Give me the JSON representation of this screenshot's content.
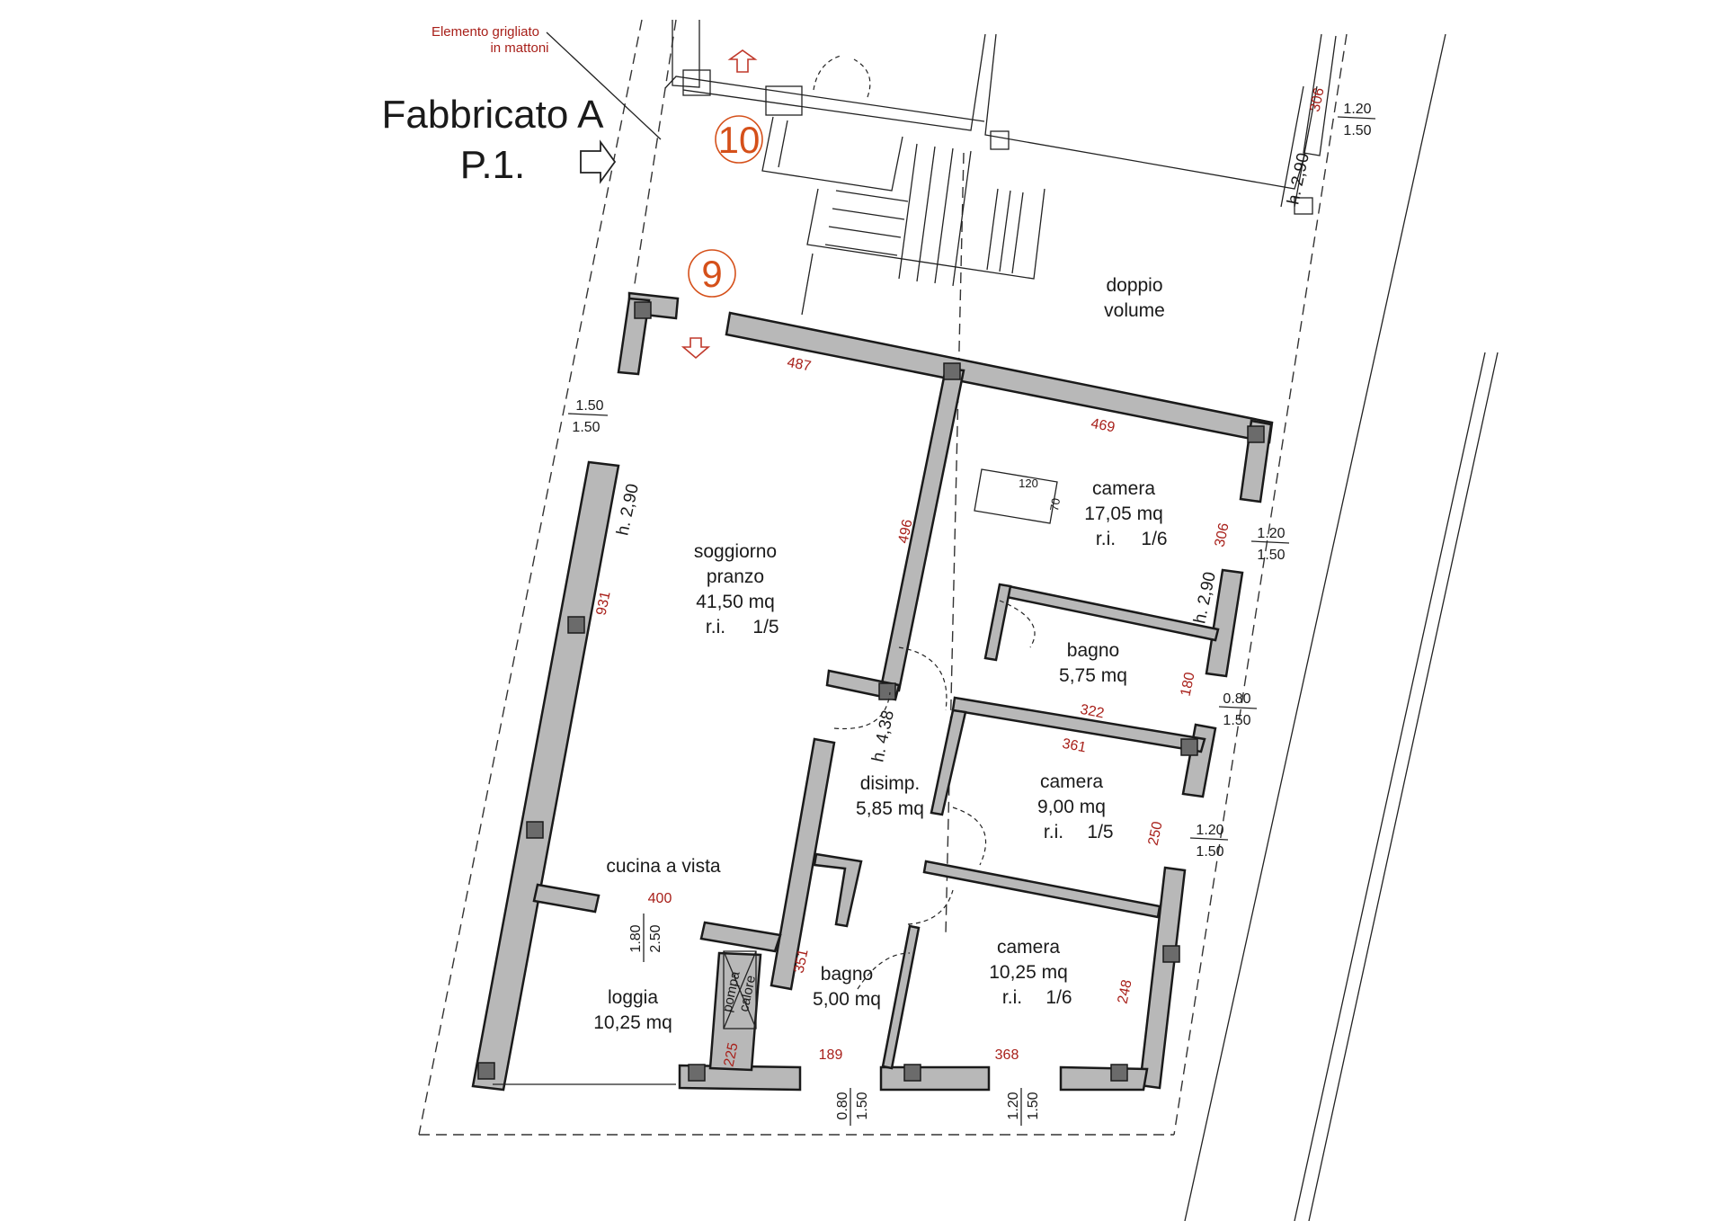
{
  "title": {
    "building": "Fabbricato A",
    "floor": "P.1."
  },
  "note": {
    "line1": "Elemento grigliato",
    "line2": "in mattoni"
  },
  "markers": {
    "m10": "10",
    "m9": "9"
  },
  "rooms": {
    "soggiorno": {
      "name1": "soggiorno",
      "name2": "pranzo",
      "area": "41,50 mq",
      "ri_label": "r.i.",
      "ri_value": "1/5"
    },
    "camera1": {
      "name": "camera",
      "area": "17,05 mq",
      "ri_label": "r.i.",
      "ri_value": "1/6"
    },
    "bagno1": {
      "name": "bagno",
      "area": "5,75 mq"
    },
    "camera2": {
      "name": "camera",
      "area": "9,00 mq",
      "ri_label": "r.i.",
      "ri_value": "1/5"
    },
    "disimp": {
      "name": "disimp.",
      "area": "5,85 mq"
    },
    "cucina": {
      "name": "cucina a vista"
    },
    "loggia": {
      "name": "loggia",
      "area": "10,25 mq"
    },
    "bagno2": {
      "name": "bagno",
      "area": "5,00 mq"
    },
    "camera3": {
      "name": "camera",
      "area": "10,25 mq",
      "ri_label": "r.i.",
      "ri_value": "1/6"
    },
    "doppio": {
      "line1": "doppio",
      "line2": "volume"
    }
  },
  "equipment": {
    "pompa1": "pompa",
    "pompa2": "calore",
    "bed_w": "120",
    "bed_h": "70"
  },
  "dimensions": {
    "d487": "487",
    "d469": "469",
    "d496": "496",
    "d931": "931",
    "d306a": "306",
    "d306b": "306",
    "d180": "180",
    "d322": "322",
    "d361": "361",
    "d250": "250",
    "d400": "400",
    "d351": "351",
    "d248": "248",
    "d225": "225",
    "d189": "189",
    "d368": "368"
  },
  "heights": {
    "h1": "h. 2,90",
    "h2": "h. 2,90",
    "h3": "h. 2,90",
    "h4": "h. 4,38"
  },
  "windows": {
    "w1a": "1.20",
    "w1b": "1.50",
    "w2a": "1.50",
    "w2b": "1.50",
    "w3a": "1.20",
    "w3b": "1.50",
    "w4a": "0.80",
    "w4b": "1.50",
    "w5a": "1.20",
    "w5b": "1.50",
    "w6a": "1.80",
    "w6b": "2.50",
    "w7a": "0.80",
    "w7b": "1.50",
    "w8a": "1.20",
    "w8b": "1.50"
  }
}
